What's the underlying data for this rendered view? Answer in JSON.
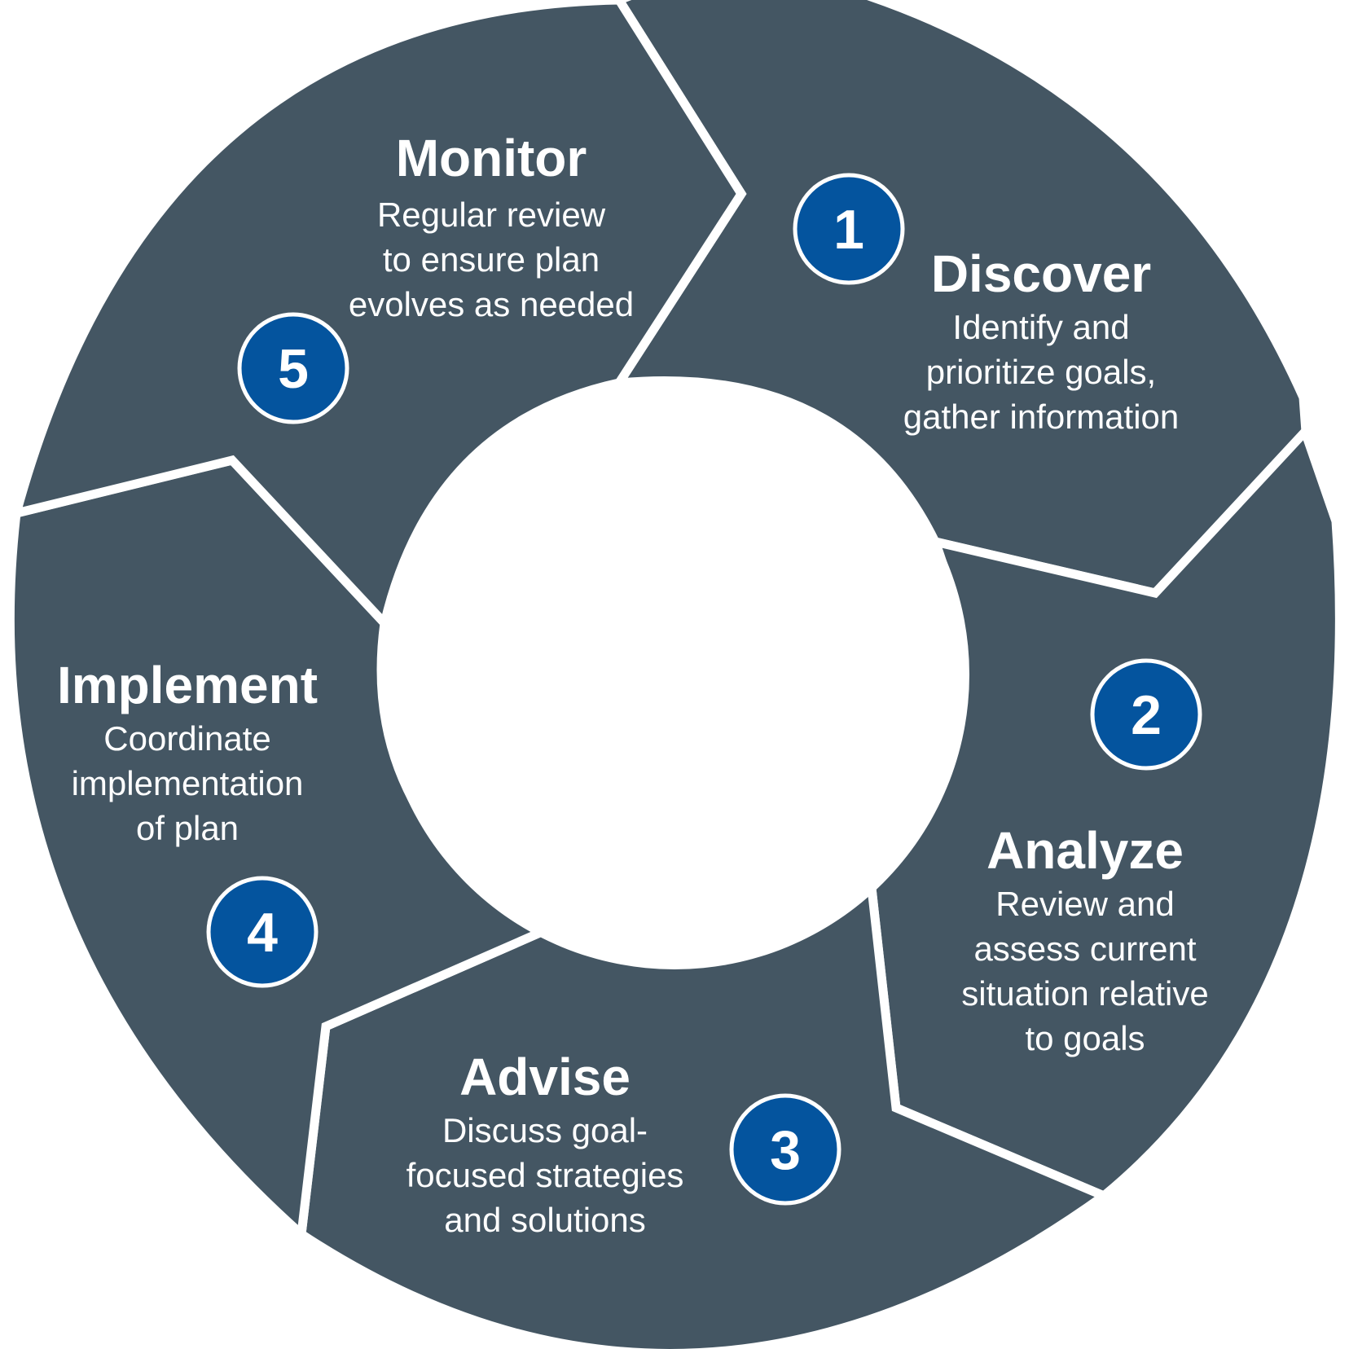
{
  "colors": {
    "segment_fill": "#445663",
    "badge_fill": "#04549E",
    "badge_stroke": "#ffffff",
    "text": "#ffffff",
    "background": "#ffffff"
  },
  "stages": [
    {
      "number": "1",
      "title": "Discover",
      "description": [
        "Identify and",
        "prioritize goals,",
        "gather information"
      ]
    },
    {
      "number": "2",
      "title": "Analyze",
      "description": [
        "Review and",
        "assess current",
        "situation relative",
        "to goals"
      ]
    },
    {
      "number": "3",
      "title": "Advise",
      "description": [
        "Discuss goal-",
        "focused strategies",
        "and solutions"
      ]
    },
    {
      "number": "4",
      "title": "Implement",
      "description": [
        "Coordinate",
        "implementation",
        "of plan"
      ]
    },
    {
      "number": "5",
      "title": "Monitor",
      "description": [
        "Regular review",
        "to ensure plan",
        "evolves as needed"
      ]
    }
  ]
}
